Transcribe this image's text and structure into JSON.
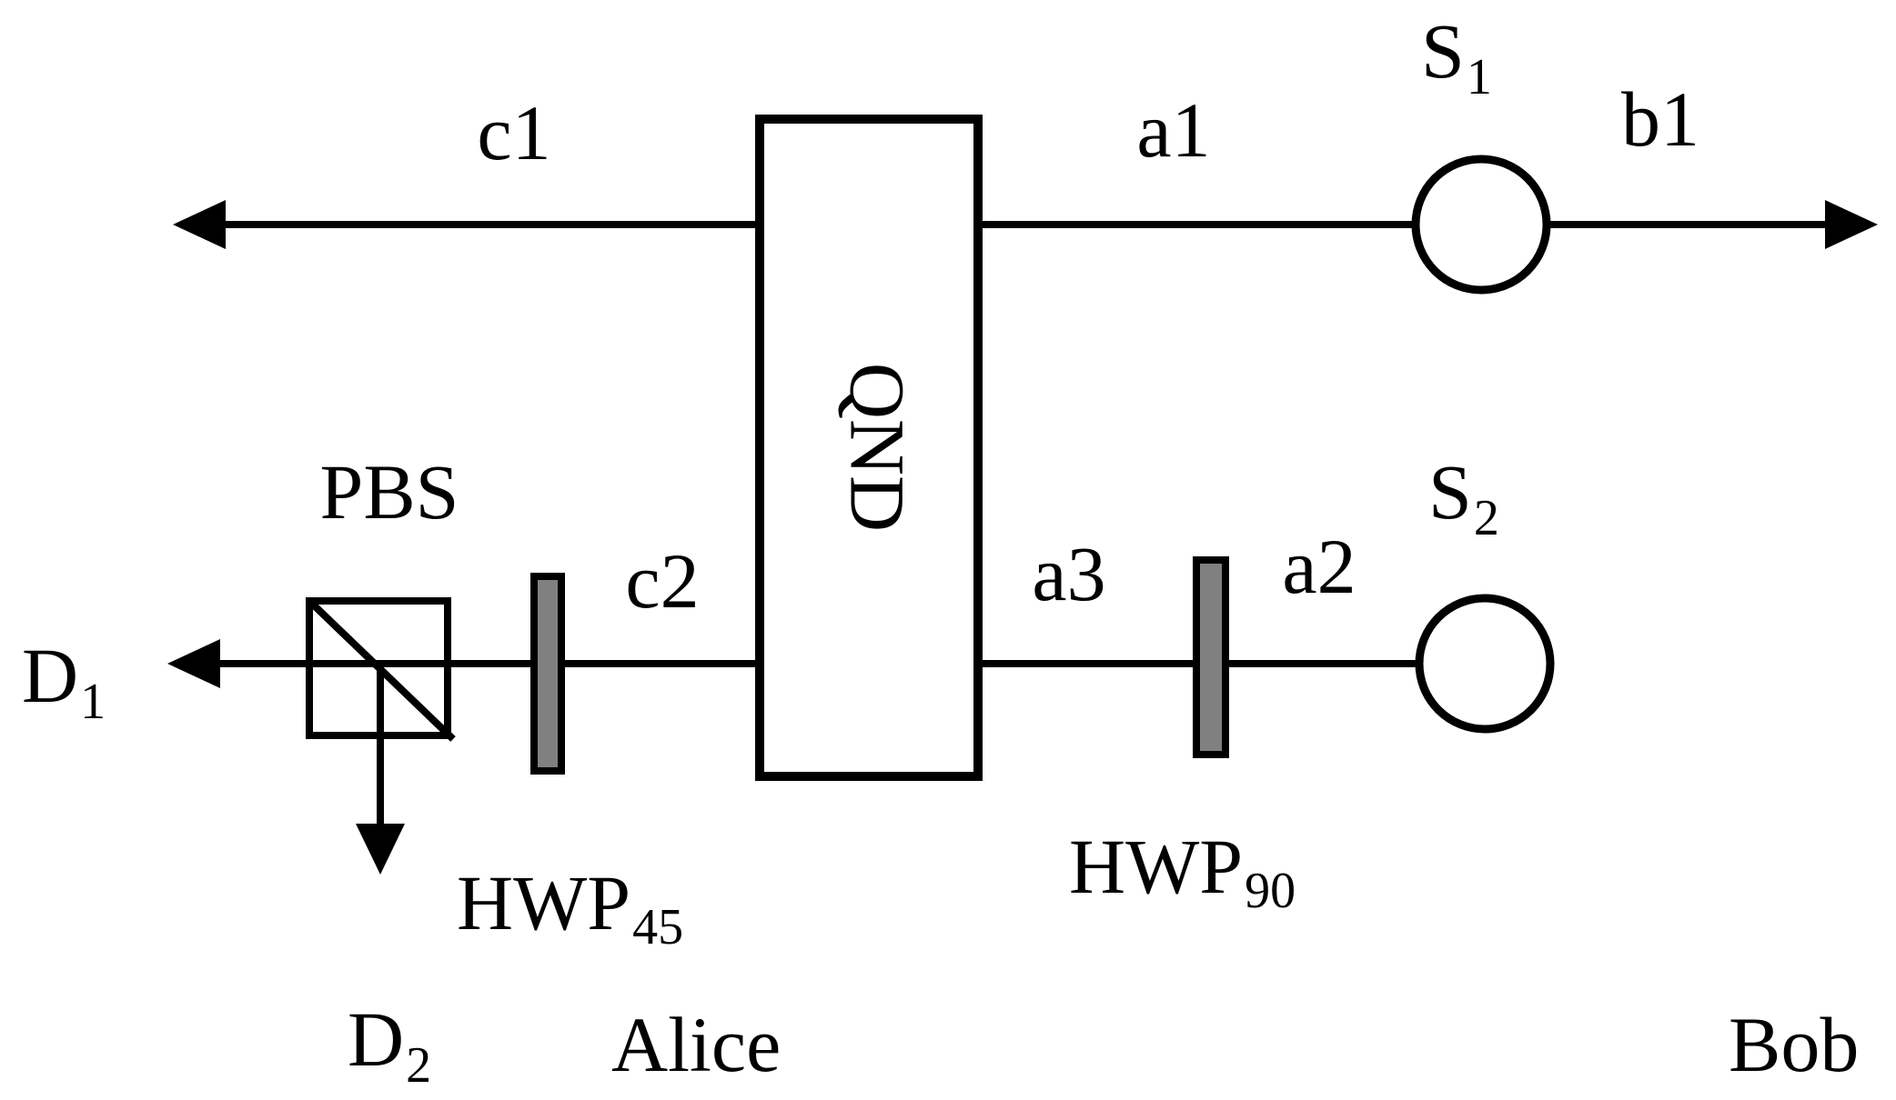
{
  "diagram": {
    "qnd_label": "QND",
    "modes": {
      "c1": "c1",
      "a1": "a1",
      "b1": "b1",
      "c2": "c2",
      "a3": "a3",
      "a2": "a2"
    },
    "sources": {
      "s1": {
        "main": "S",
        "sub": "1"
      },
      "s2": {
        "main": "S",
        "sub": "2"
      }
    },
    "detectors": {
      "d1": {
        "main": "D",
        "sub": "1"
      },
      "d2": {
        "main": "D",
        "sub": "2"
      }
    },
    "components": {
      "pbs": "PBS",
      "hwp45": {
        "main": "HWP",
        "sub": "45"
      },
      "hwp90": {
        "main": "HWP",
        "sub": "90"
      }
    },
    "parties": {
      "alice": "Alice",
      "bob": "Bob"
    },
    "colors": {
      "line": "#000000",
      "plate": "#808080",
      "background": "#ffffff"
    }
  }
}
